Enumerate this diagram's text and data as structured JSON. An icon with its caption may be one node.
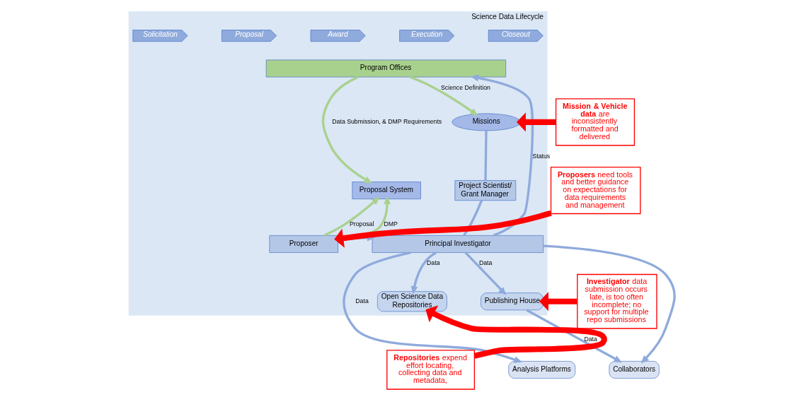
{
  "diagram": {
    "nodes": [
      {
        "text": [
          "Science Data Lifecycle"
        ]
      },
      {
        "text": [
          "Solicitation"
        ],
        "in": 0
      },
      {
        "text": [
          "Proposal"
        ],
        "in": 0
      },
      {
        "text": [
          "Award"
        ],
        "in": 0
      },
      {
        "text": [
          "Execution"
        ],
        "in": 0
      },
      {
        "text": [
          "Closeout"
        ],
        "in": 0
      },
      {
        "text": [
          "Program Offices"
        ],
        "in": 0
      },
      {
        "text": [
          "Proposal System"
        ],
        "in": 0
      },
      {
        "text": [
          "Proposer"
        ],
        "in": 0
      },
      {
        "text": [
          "Principal Investigator"
        ],
        "in": 0
      },
      {
        "text": [
          "Missions"
        ],
        "in": 0
      },
      {
        "text": [
          "Project Scientist/ Grant Manager"
        ],
        "in": 0
      },
      {
        "text": [
          "Open Science Data Repositories"
        ],
        "in": 0
      },
      {
        "text": [
          "Publishing House"
        ],
        "in": 0
      },
      {
        "text": [
          "Collaborators"
        ]
      },
      {
        "text": [
          "Analysis Platforms"
        ]
      },
      {
        "text": [
          "**Proposers** need tools and better guidance on expectations for data requirements and management"
        ]
      },
      {
        "text": [
          "**Mission & Vehicle data** are inconsistently formatted and delivered"
        ]
      },
      {
        "text": [
          "**Repositories** expend effort locating, collecting data and metadata,"
        ]
      },
      {
        "text": [
          "**Investigator** data submission occurs late, is too often incomplete; no support for multiple repo submissions"
        ]
      }
    ],
    "edges": [
      {
        "from": 6,
        "to": 7,
        "arrow": "to",
        "label": "Data Submission, & DMP Requirements",
        "color": "#a9d18e"
      },
      {
        "from": 9,
        "to": 6,
        "arrow": "to",
        "label": "Status"
      },
      {
        "from": 6,
        "to": 10,
        "arrow": "to",
        "label": "Science Definition",
        "color": "#a9d18e"
      },
      {
        "from": 8,
        "to": 7,
        "arrow": "to",
        "label": "Proposal",
        "color": "#a9d18e"
      },
      {
        "from": 8,
        "to": 7,
        "arrow": "to",
        "label": "DMP",
        "color": "#a9d18e"
      },
      {
        "from": 8,
        "to": 9,
        "arrow": "to"
      },
      {
        "from": 10,
        "to": 11,
        "arrow": "none"
      },
      {
        "from": 11,
        "to": 9,
        "arrow": "none"
      },
      {
        "from": 9,
        "to": 12,
        "arrow": "to",
        "label": "Data"
      },
      {
        "from": 9,
        "to": 15,
        "arrow": "to",
        "label": "Data"
      },
      {
        "from": 9,
        "to": 13,
        "arrow": "to",
        "label": "Data"
      },
      {
        "from": 9,
        "to": 14,
        "arrow": "to"
      },
      {
        "from": 13,
        "to": 14,
        "arrow": "to",
        "label": "Data"
      },
      {
        "from": 16,
        "to": 8,
        "arrow": "to",
        "style": "thick",
        "color": "#ff0000"
      },
      {
        "from": 17,
        "to": 10,
        "arrow": "to",
        "style": "thick",
        "color": "#ff0000"
      },
      {
        "from": 18,
        "to": 12,
        "arrow": "to",
        "style": "thick",
        "color": "#ff0000"
      },
      {
        "from": 19,
        "to": 13,
        "arrow": "to",
        "style": "thick",
        "color": "#ff0000"
      }
    ]
  }
}
